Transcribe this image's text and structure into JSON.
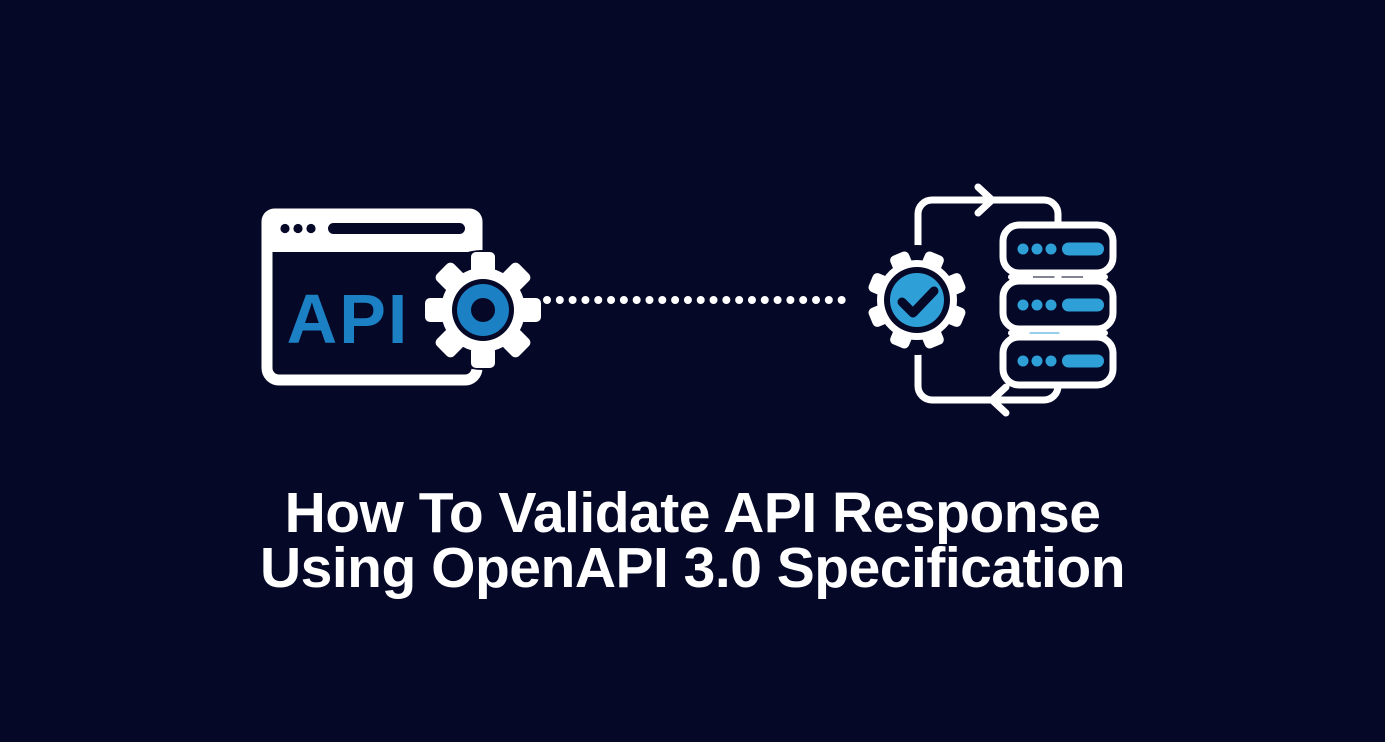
{
  "canvas": {
    "background": "#050827"
  },
  "colors": {
    "white": "#ffffff",
    "navy": "#050827",
    "api_blue": "#1b80c4",
    "accent_blue": "#2f9fd8"
  },
  "illustration": {
    "api_label": "API",
    "icons": [
      "browser-window-icon",
      "gear-icon",
      "dotted-connector-line",
      "sync-loop-arrows",
      "validation-gear-icon",
      "check-icon",
      "server-stack-icon"
    ],
    "server_count": 3
  },
  "title": {
    "line1": "How To Validate API Response",
    "line2": "Using OpenAPI 3.0 Specification"
  }
}
